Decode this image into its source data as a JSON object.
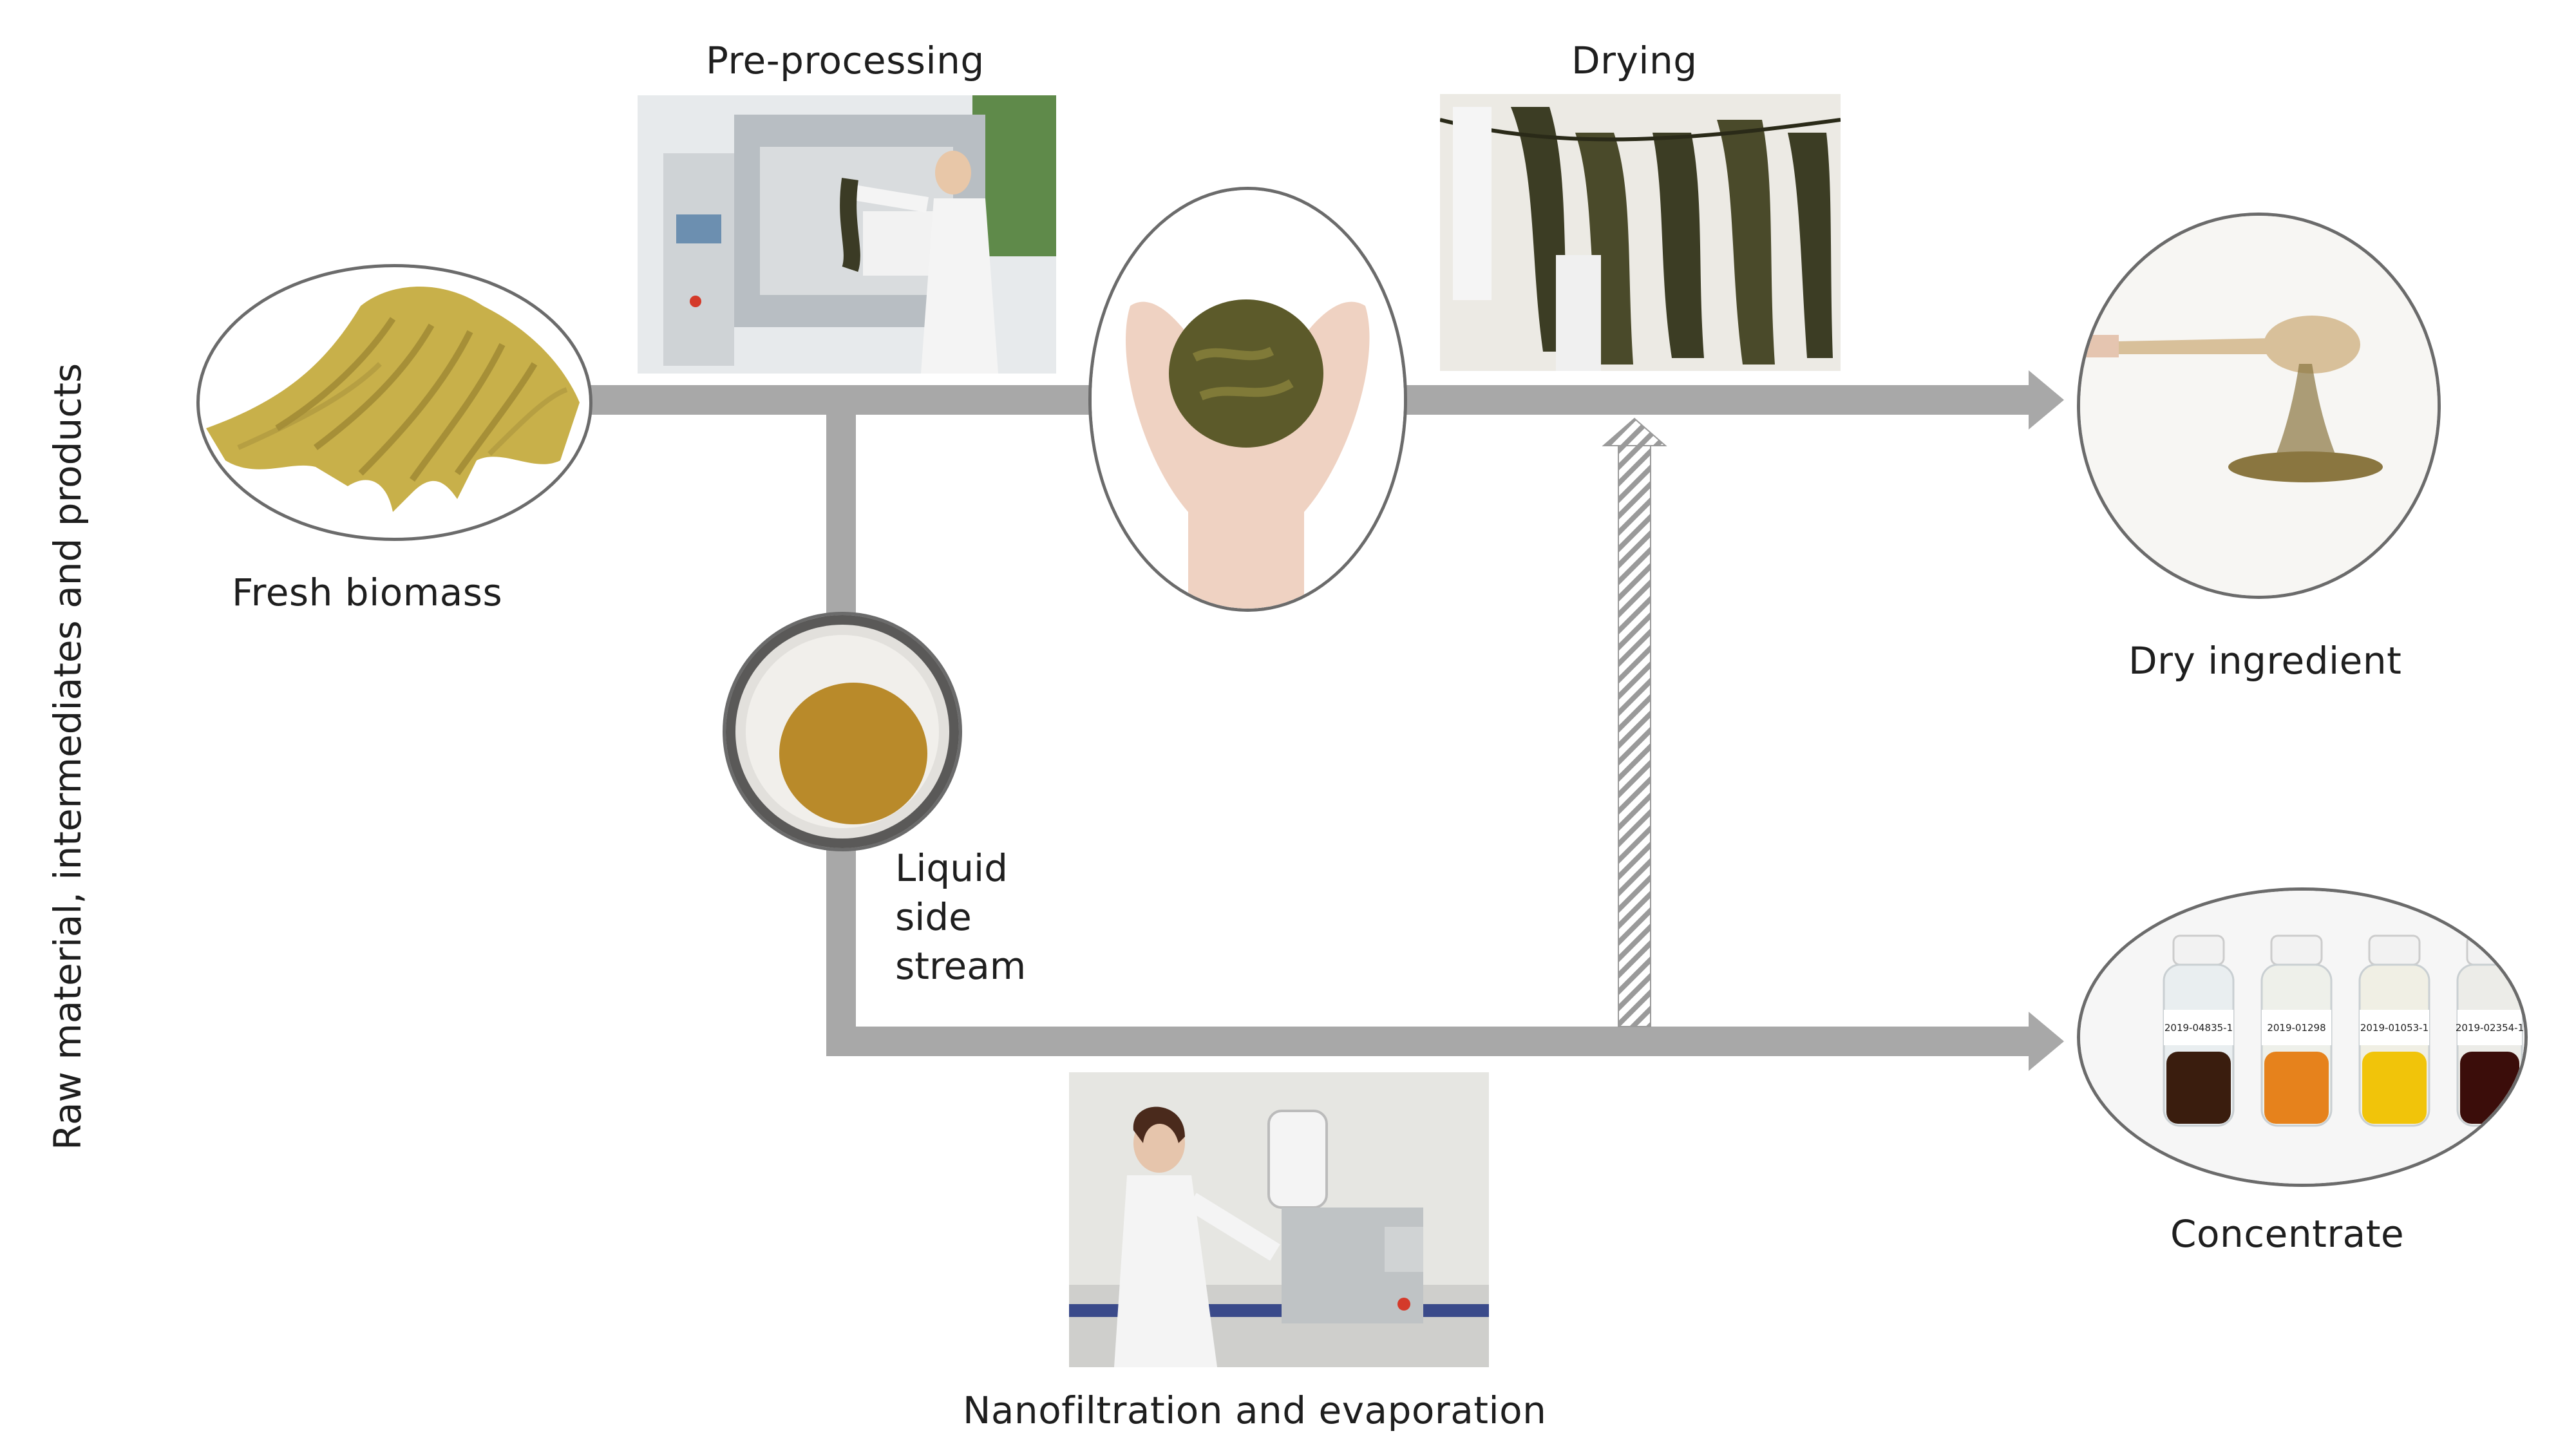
{
  "axis_label": "Raw material, intermediates and products",
  "nodes": {
    "fresh_biomass": "Fresh biomass",
    "pre_processing": "Pre-processing",
    "drying": "Drying",
    "dry_ingredient": "Dry ingredient",
    "liquid_side_stream": [
      "Liquid",
      "side",
      "stream"
    ],
    "concentrate": "Concentrate",
    "nanofiltration": "Nanofiltration and evaporation"
  },
  "bottle_labels": [
    "2019-04835-1",
    "2019-01298",
    "2019-01053-1",
    "2019-02354-1"
  ],
  "colors": {
    "arrow": "#a8a8a8",
    "oval_border": "#6b6b6b",
    "seaweed": "#c8b04a",
    "liquid": "#b98a2a"
  }
}
